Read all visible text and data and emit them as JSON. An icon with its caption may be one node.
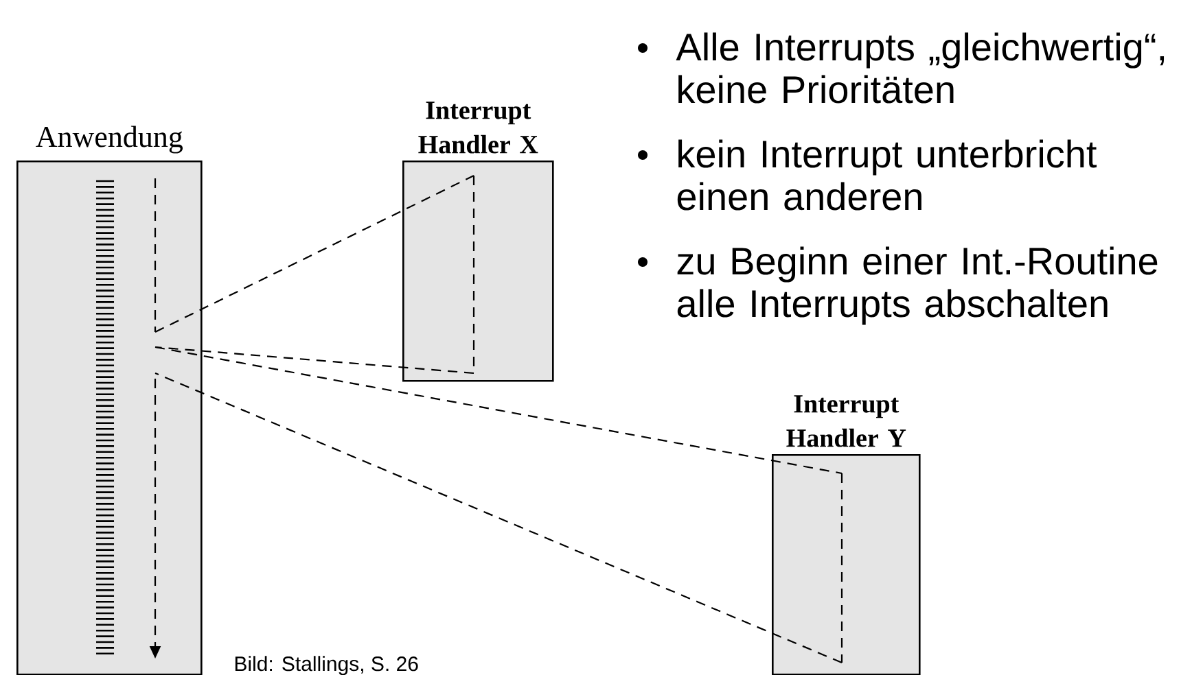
{
  "diagram": {
    "nodes": [
      {
        "text": [
          "Anwendung"
        ]
      },
      {
        "text": [
          "Interrupt Handler X"
        ]
      },
      {
        "text": [
          "Interrupt Handler Y"
        ]
      }
    ],
    "edges": [
      {
        "from": 0,
        "to": 1,
        "arrow": "none",
        "style": "dashed"
      },
      {
        "from": 1,
        "to": 0,
        "arrow": "none",
        "style": "dashed"
      },
      {
        "from": 0,
        "to": 2,
        "arrow": "none",
        "style": "dashed"
      },
      {
        "from": 2,
        "to": 0,
        "arrow": "none",
        "style": "dashed"
      }
    ],
    "labels": [
      "Alle Interrupts „gleichwertig“, keine Prioritäten",
      "kein Interrupt unterbricht einen anderen",
      "zu Beginn einer Int.-Routine alle Interrupts abschalten",
      "Bild: Stallings, S. 26"
    ]
  }
}
